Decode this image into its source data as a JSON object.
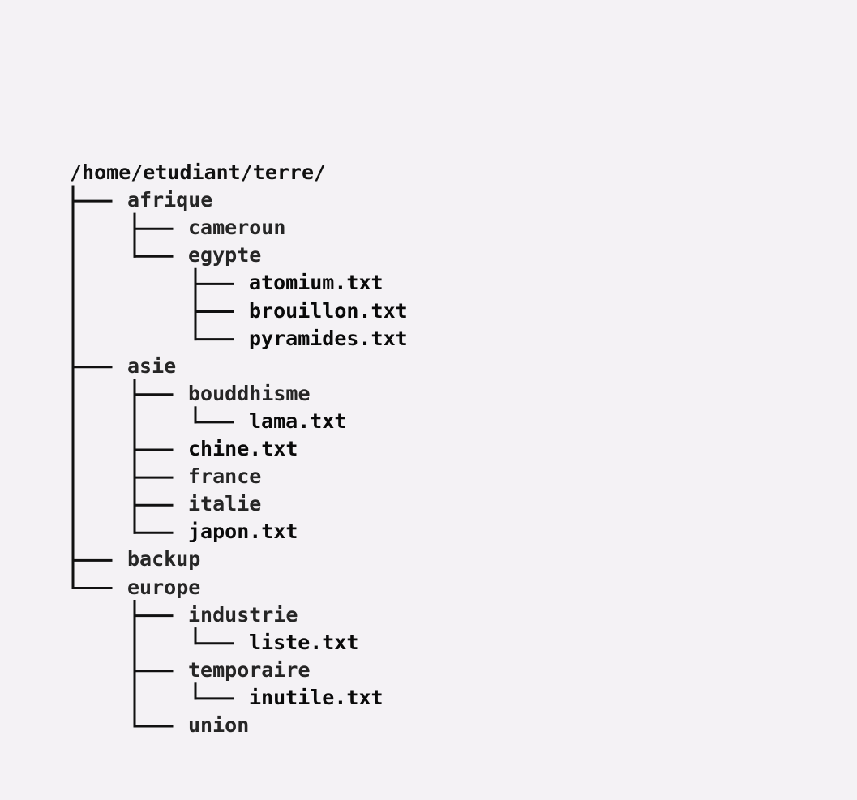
{
  "tree": {
    "root": "/home/etudiant/terre/",
    "children": [
      {
        "name": "afrique",
        "type": "dir",
        "children": [
          {
            "name": "cameroun",
            "type": "dir",
            "children": []
          },
          {
            "name": "egypte",
            "type": "dir",
            "children": [
              {
                "name": "atomium.txt",
                "type": "file"
              },
              {
                "name": "brouillon.txt",
                "type": "file"
              },
              {
                "name": "pyramides.txt",
                "type": "file"
              }
            ]
          }
        ]
      },
      {
        "name": "asie",
        "type": "dir",
        "children": [
          {
            "name": "bouddhisme",
            "type": "dir",
            "children": [
              {
                "name": "lama.txt",
                "type": "file"
              }
            ]
          },
          {
            "name": "chine.txt",
            "type": "file"
          },
          {
            "name": "france",
            "type": "dir",
            "children": []
          },
          {
            "name": "italie",
            "type": "dir",
            "children": []
          },
          {
            "name": "japon.txt",
            "type": "file"
          }
        ]
      },
      {
        "name": "backup",
        "type": "dir",
        "children": []
      },
      {
        "name": "europe",
        "type": "dir",
        "children": [
          {
            "name": "industrie",
            "type": "dir",
            "children": [
              {
                "name": "liste.txt",
                "type": "file"
              }
            ]
          },
          {
            "name": "temporaire",
            "type": "dir",
            "children": [
              {
                "name": "inutile.txt",
                "type": "file"
              }
            ]
          },
          {
            "name": "union",
            "type": "dir",
            "children": []
          }
        ]
      }
    ]
  }
}
